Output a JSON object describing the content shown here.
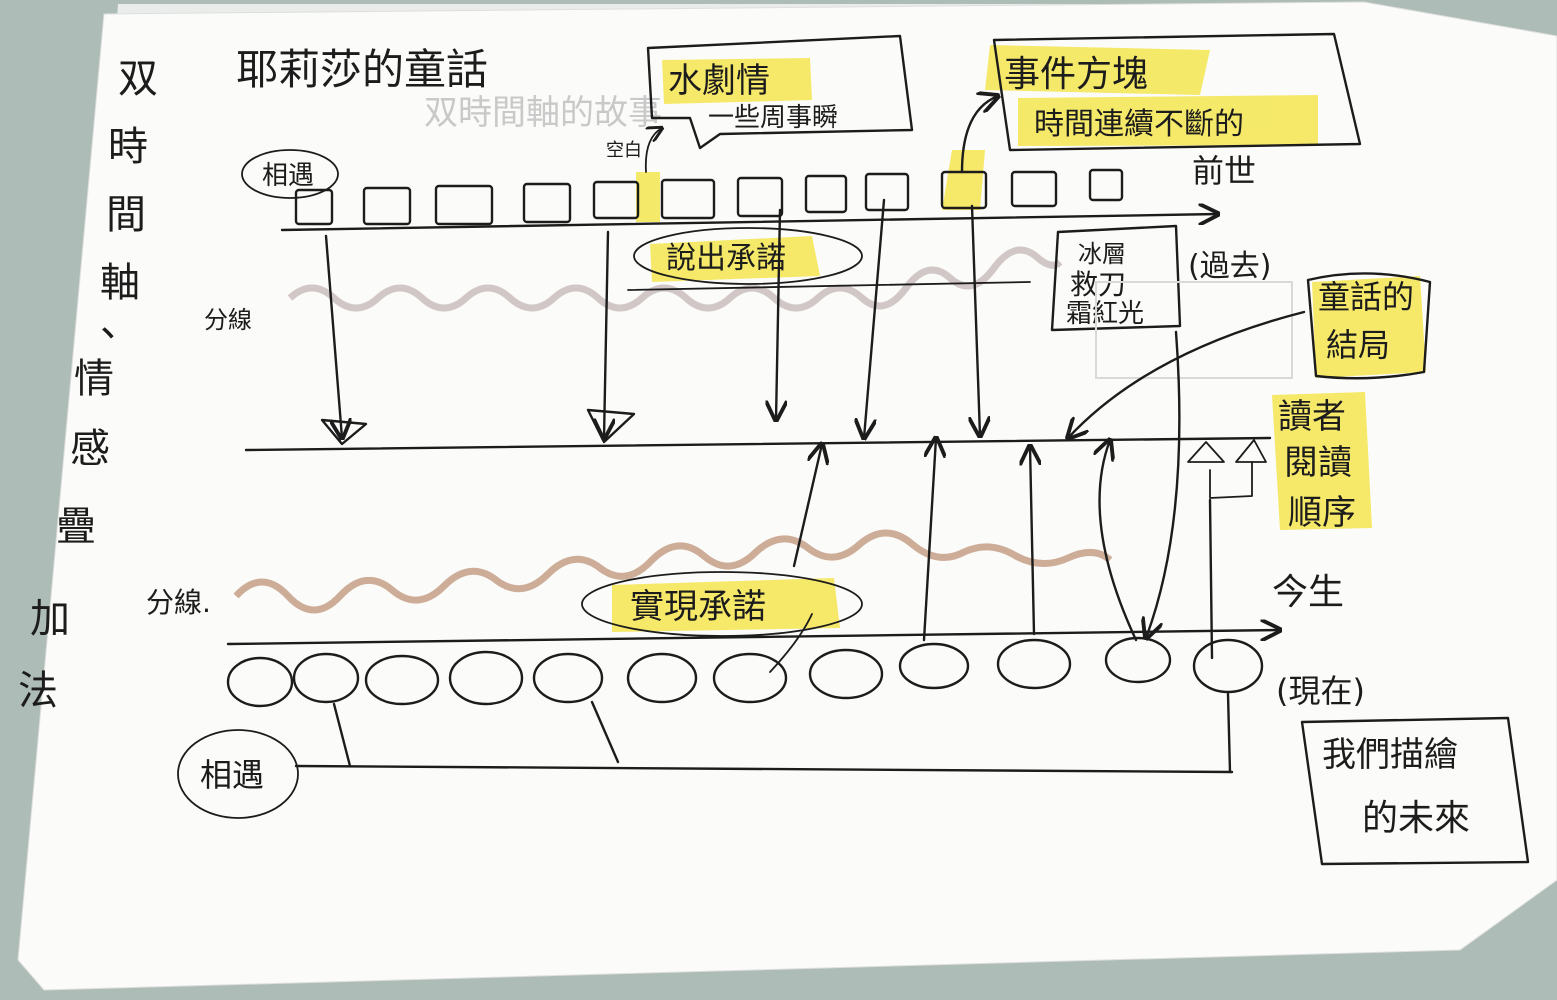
{
  "colors": {
    "ink": "#1c1c1c",
    "highlight": "#f4e33a",
    "paper": "#fbfbf9",
    "background": "#aebcb7",
    "crayon_upper": "#c9bdbd",
    "crayon_lower": "#c59f87"
  },
  "side_title": [
    "双",
    "時",
    "間",
    "軸",
    "、",
    "情",
    "感",
    "疊",
    "加",
    "法"
  ],
  "title": "耶莉莎的童話",
  "ghost_text": "双時間軸的故事",
  "boxes": {
    "drama": {
      "line1": "水劇情",
      "line2": "一些周事瞬"
    },
    "event": {
      "line1": "事件方塊",
      "line2": "時間連續不斷的"
    },
    "ice": {
      "line1": "冰層",
      "line2": "救刀",
      "line3": "霜紅光"
    },
    "ending": {
      "line1": "童話的",
      "line2": "結局"
    },
    "ours": {
      "line1": "我們描繪",
      "line2": "的未來"
    }
  },
  "labels": {
    "blank": "空白",
    "meet_top": "相遇",
    "meet_bottom": "相遇",
    "past_life": "前世",
    "past_time": "(過去)",
    "promise": "說出承諾",
    "fulfill": "實現承諾",
    "divider_top": "分線",
    "divider_bottom": "分線.",
    "reading_order": [
      "讀者",
      "閱讀",
      "順序"
    ],
    "this_life": "今生",
    "now": "(現在)"
  },
  "squares_count": 12,
  "circles_count": 12
}
